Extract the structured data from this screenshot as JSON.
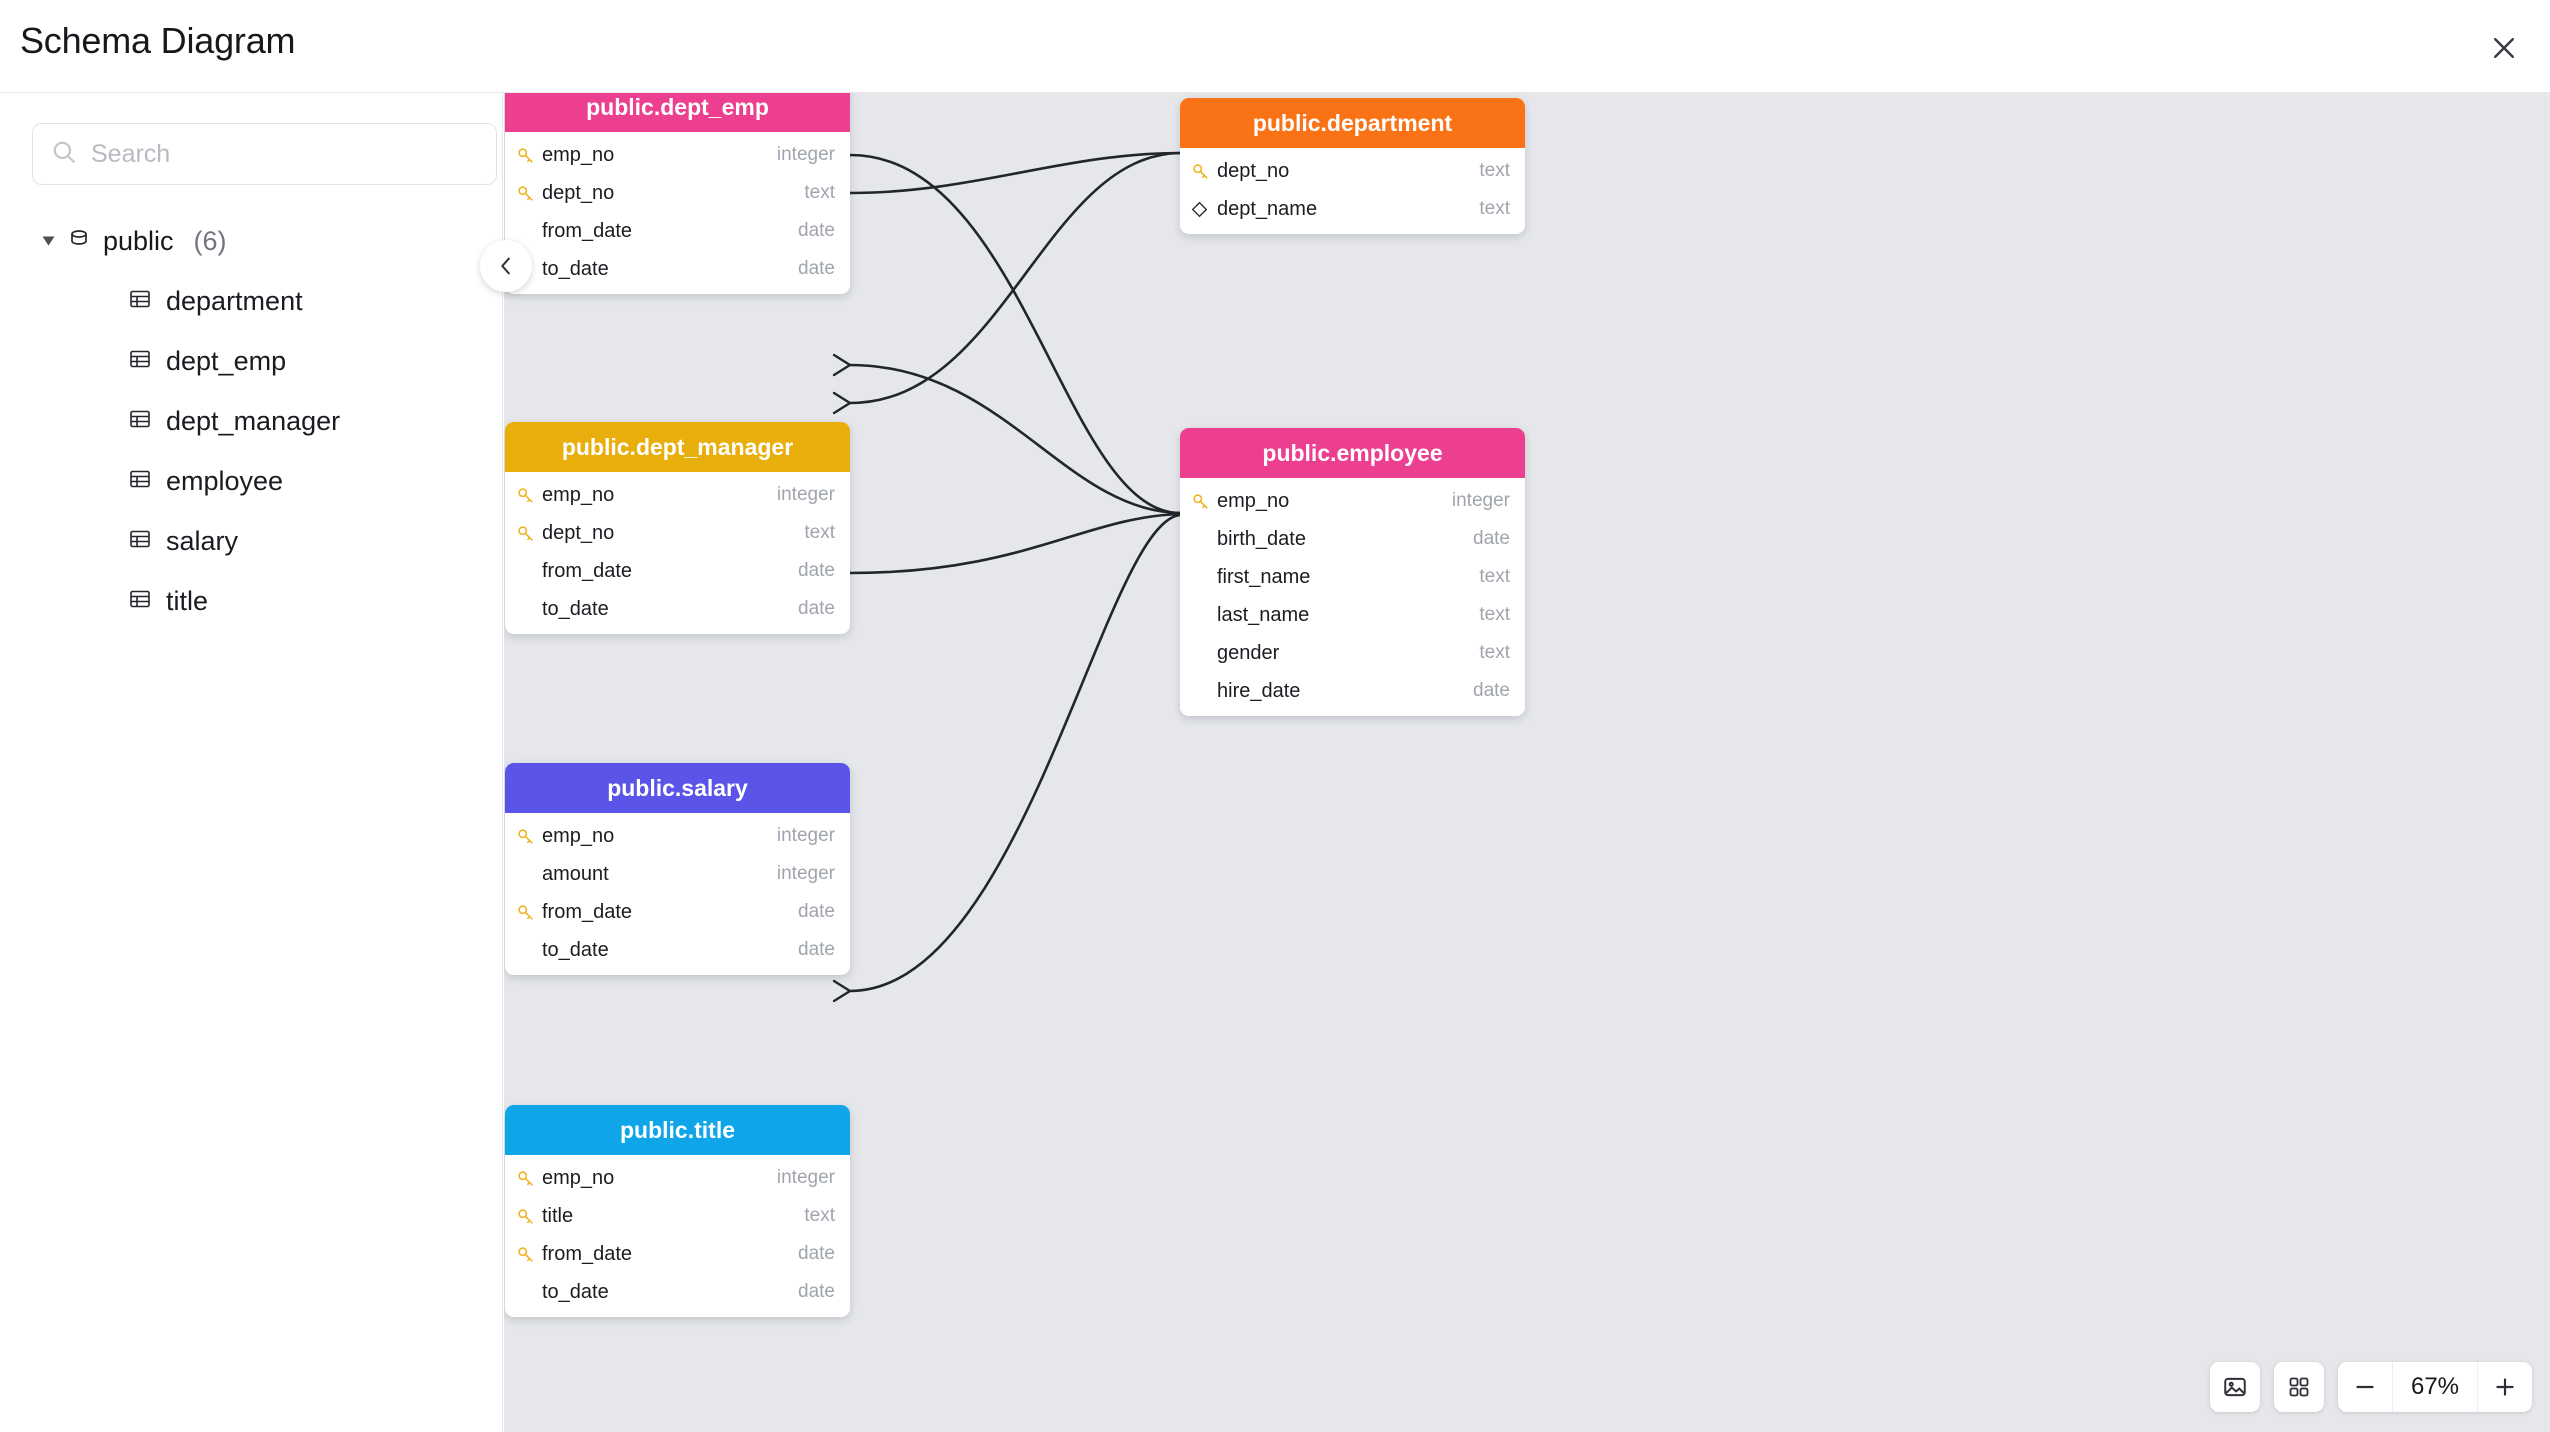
{
  "header": {
    "title": "Schema Diagram",
    "close_icon": "close-icon"
  },
  "sidebar": {
    "search": {
      "placeholder": "Search",
      "value": "",
      "icon": "search-icon"
    },
    "schema": {
      "label": "public",
      "count": "(6)",
      "icon": "database-icon",
      "caret": "caret-down-icon"
    },
    "tables": [
      {
        "label": "department",
        "icon": "table-icon"
      },
      {
        "label": "dept_emp",
        "icon": "table-icon"
      },
      {
        "label": "dept_manager",
        "icon": "table-icon"
      },
      {
        "label": "employee",
        "icon": "table-icon"
      },
      {
        "label": "salary",
        "icon": "table-icon"
      },
      {
        "label": "title",
        "icon": "table-icon"
      }
    ],
    "collapse_icon": "chevron-left-icon"
  },
  "toolbar": {
    "export_image_icon": "image-icon",
    "layout_grid_icon": "grid-icon",
    "zoom_out_icon": "minus-icon",
    "zoom_in_icon": "plus-icon",
    "zoom_level": "67%"
  },
  "colors": {
    "canvas": "#e5e7eb",
    "dept_emp": "#ec3f8f",
    "department": "#f97316",
    "dept_manager": "#e8ae0c",
    "employee": "#ec3f8f",
    "salary": "#5b54e8",
    "title": "#0ea5e9",
    "key_icon": "#f0b323",
    "edge": "#22252b"
  },
  "diagram": {
    "nodes": [
      {
        "id": "dept_emp",
        "title": "public.dept_emp",
        "header_color": "#ec3f8f",
        "columns": [
          {
            "name": "emp_no",
            "type": "integer",
            "icon": "key-icon"
          },
          {
            "name": "dept_no",
            "type": "text",
            "icon": "key-icon"
          },
          {
            "name": "from_date",
            "type": "date",
            "icon": ""
          },
          {
            "name": "to_date",
            "type": "date",
            "icon": ""
          }
        ]
      },
      {
        "id": "department",
        "title": "public.department",
        "header_color": "#f97316",
        "columns": [
          {
            "name": "dept_no",
            "type": "text",
            "icon": "key-icon"
          },
          {
            "name": "dept_name",
            "type": "text",
            "icon": "diamond-icon"
          }
        ]
      },
      {
        "id": "dept_manager",
        "title": "public.dept_manager",
        "header_color": "#e8ae0c",
        "columns": [
          {
            "name": "emp_no",
            "type": "integer",
            "icon": "key-icon"
          },
          {
            "name": "dept_no",
            "type": "text",
            "icon": "key-icon"
          },
          {
            "name": "from_date",
            "type": "date",
            "icon": ""
          },
          {
            "name": "to_date",
            "type": "date",
            "icon": ""
          }
        ]
      },
      {
        "id": "employee",
        "title": "public.employee",
        "header_color": "#ec3f8f",
        "columns": [
          {
            "name": "emp_no",
            "type": "integer",
            "icon": "key-icon"
          },
          {
            "name": "birth_date",
            "type": "date",
            "icon": ""
          },
          {
            "name": "first_name",
            "type": "text",
            "icon": ""
          },
          {
            "name": "last_name",
            "type": "text",
            "icon": ""
          },
          {
            "name": "gender",
            "type": "text",
            "icon": ""
          },
          {
            "name": "hire_date",
            "type": "date",
            "icon": ""
          }
        ]
      },
      {
        "id": "salary",
        "title": "public.salary",
        "header_color": "#5b54e8",
        "columns": [
          {
            "name": "emp_no",
            "type": "integer",
            "icon": "key-icon"
          },
          {
            "name": "amount",
            "type": "integer",
            "icon": ""
          },
          {
            "name": "from_date",
            "type": "date",
            "icon": "key-icon"
          },
          {
            "name": "to_date",
            "type": "date",
            "icon": ""
          }
        ]
      },
      {
        "id": "title",
        "title": "public.title",
        "header_color": "#0ea5e9",
        "columns": [
          {
            "name": "emp_no",
            "type": "integer",
            "icon": "key-icon"
          },
          {
            "name": "title",
            "type": "text",
            "icon": "key-icon"
          },
          {
            "name": "from_date",
            "type": "date",
            "icon": "key-icon"
          },
          {
            "name": "to_date",
            "type": "date",
            "icon": ""
          }
        ]
      }
    ],
    "relationships": [
      {
        "from": "dept_emp.emp_no",
        "to": "employee.emp_no"
      },
      {
        "from": "dept_emp.dept_no",
        "to": "department.dept_no"
      },
      {
        "from": "dept_manager.emp_no",
        "to": "employee.emp_no"
      },
      {
        "from": "dept_manager.dept_no",
        "to": "department.dept_no"
      },
      {
        "from": "salary.emp_no",
        "to": "employee.emp_no"
      },
      {
        "from": "title.emp_no",
        "to": "employee.emp_no"
      }
    ]
  }
}
